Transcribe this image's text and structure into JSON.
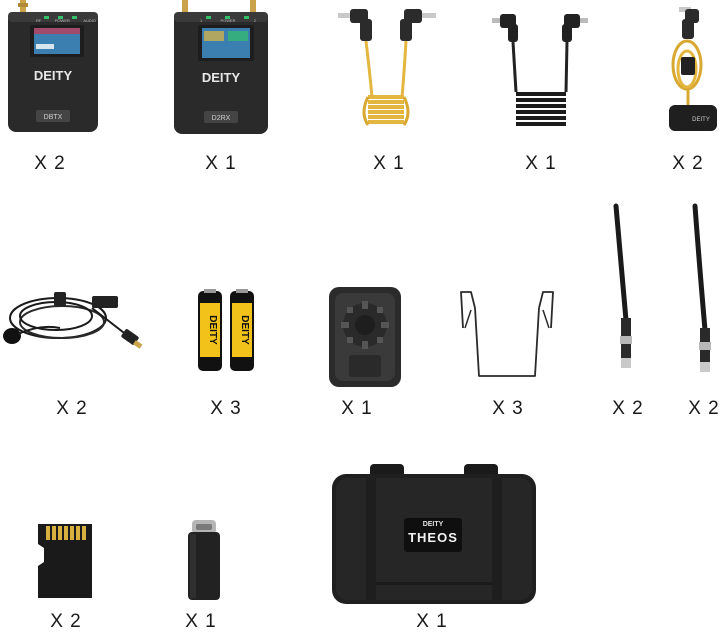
{
  "items": [
    {
      "id": "dbtx",
      "device_label": "DBTX",
      "brand": "DEITY",
      "indicators": [
        "RF",
        "POWER",
        "AUDIO"
      ],
      "quantity": "X 2"
    },
    {
      "id": "d2rx",
      "device_label": "D2RX",
      "brand": "DEITY",
      "indicators": [
        "1",
        "POWER",
        "2"
      ],
      "quantity": "X 1"
    },
    {
      "id": "trs-cable",
      "quantity": "X 1"
    },
    {
      "id": "usbc-cable",
      "quantity": "X 1"
    },
    {
      "id": "adapter-cable",
      "adapter_label": "DEITY",
      "quantity": "X 2"
    },
    {
      "id": "lav-mic",
      "quantity": "X 2"
    },
    {
      "id": "batteries",
      "brand": "DEITY",
      "quantity": "X 3"
    },
    {
      "id": "belt-mount",
      "quantity": "X 1"
    },
    {
      "id": "belt-clip",
      "quantity": "X 3"
    },
    {
      "id": "antenna-a",
      "quantity": "X 2"
    },
    {
      "id": "antenna-b",
      "quantity": "X 2"
    },
    {
      "id": "sd-card",
      "quantity": "X 2"
    },
    {
      "id": "usb-adapter",
      "quantity": "X 1"
    },
    {
      "id": "case",
      "case_brand": "DEITY",
      "case_name": "THEOS",
      "quantity": "X 1"
    }
  ],
  "colors": {
    "device_body": "#2a2a2a",
    "screen": "#3a7fb0",
    "indicator_green": "#35c06a",
    "gold": "#c9a24a",
    "yellow_cable": "#e3b640",
    "battery_yellow": "#f2c21a"
  }
}
